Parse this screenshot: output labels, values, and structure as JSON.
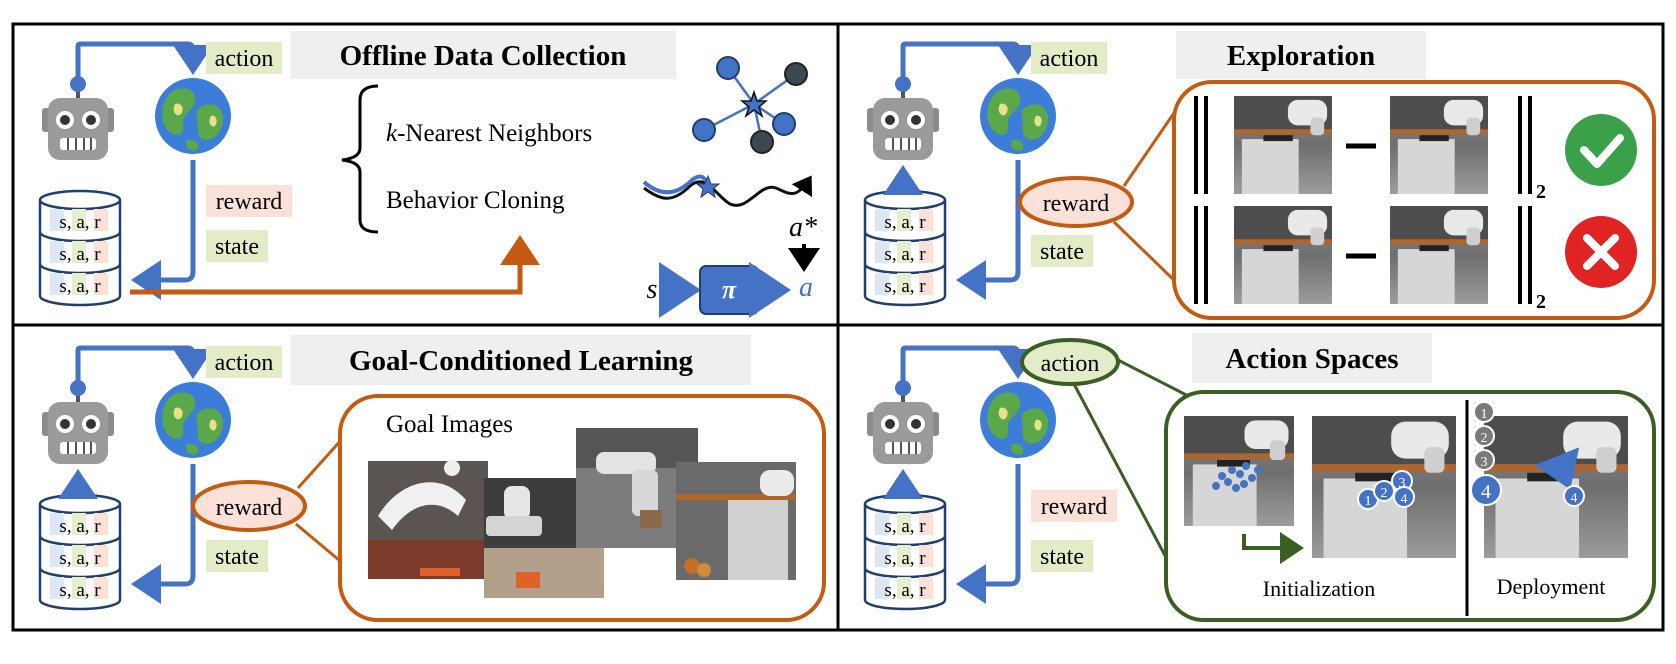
{
  "panels": {
    "offline": {
      "title": "Offline Data Collection",
      "action": "action",
      "reward": "reward",
      "state": "state",
      "methods": [
        "-Nearest Neighbors",
        "Behavior Cloning"
      ],
      "k": "k",
      "policy": {
        "input": "s",
        "symbol": "π",
        "output": "a",
        "target": "a*"
      }
    },
    "exploration": {
      "title": "Exploration",
      "action": "action",
      "reward": "reward",
      "state": "state",
      "norm_subscript": "2",
      "good_icon": "check-icon",
      "bad_icon": "cross-icon"
    },
    "goal": {
      "title": "Goal-Conditioned Learning",
      "action": "action",
      "reward": "reward",
      "state": "state",
      "goal_images_label": "Goal Images"
    },
    "action_spaces": {
      "title": "Action Spaces",
      "action": "action",
      "reward": "reward",
      "state": "state",
      "init_label": "Initialization",
      "deploy_label": "Deployment",
      "markers": [
        "1",
        "2",
        "3",
        "4"
      ]
    }
  },
  "db_row": [
    "s",
    "a",
    "r"
  ],
  "colors": {
    "blue": "#4472c4",
    "orange": "#c55a11",
    "green": "#3a5e23",
    "action_bg": "#e2ecc6",
    "reward_bg": "#fbe1d8",
    "state_bg": "#e2ecc6",
    "title_bg": "#efefef",
    "check": "#3aa14a",
    "cross": "#e02424"
  }
}
